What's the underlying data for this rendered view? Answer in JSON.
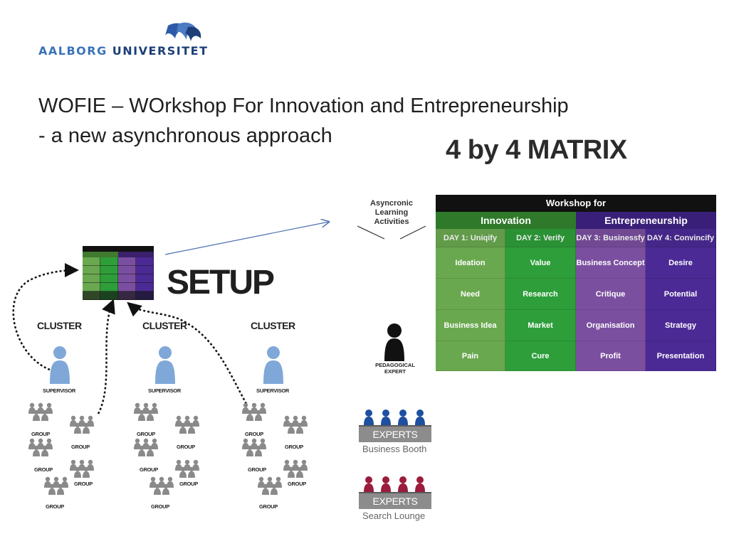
{
  "logo": {
    "part1": "AALBORG",
    "part2": "UNIVERSITET"
  },
  "title": {
    "line1": "WOFIE – WOrkshop For Innovation and Entrepreneurship",
    "line2": "- a new asynchronous approach"
  },
  "matrix_title": "4 by 4 MATRIX",
  "setup_label": "SETUP",
  "async_label": [
    "Asyncronic",
    "Learning",
    "Activities"
  ],
  "matrix": {
    "header": "Workshop for",
    "categories": [
      "Innovation",
      "Entrepreneurship"
    ],
    "days": [
      "DAY 1: Uniqify",
      "DAY 2: Verify",
      "DAY 3: Businessfy",
      "DAY 4: Convincify"
    ],
    "rows": [
      [
        "Ideation",
        "Value",
        "Business Concept",
        "Desire"
      ],
      [
        "Need",
        "Research",
        "Critique",
        "Potential"
      ],
      [
        "Business Idea",
        "Market",
        "Organisation",
        "Strategy"
      ],
      [
        "Pain",
        "Cure",
        "Profit",
        "Presentation"
      ]
    ],
    "colors": {
      "innovation_light": "#6aa84f",
      "innovation_dark": "#2e9e3a",
      "entre_light": "#7b4fa0",
      "entre_dark": "#4b2a95"
    }
  },
  "clusters": [
    {
      "label": "CLUSTER",
      "supervisor": "SUPERVISOR",
      "groups": [
        "GROUP",
        "GROUP",
        "GROUP",
        "GROUP",
        "GROUP"
      ]
    },
    {
      "label": "CLUSTER",
      "supervisor": "SUPERVISOR",
      "groups": [
        "GROUP",
        "GROUP",
        "GROUP",
        "GROUP",
        "GROUP"
      ]
    },
    {
      "label": "CLUSTER",
      "supervisor": "SUPERVISOR",
      "groups": [
        "GROUP",
        "GROUP",
        "GROUP",
        "GROUP",
        "GROUP"
      ]
    }
  ],
  "pedagogical": {
    "line1": "PEDAGOGICAL",
    "line2": "EXPERT"
  },
  "booths": [
    {
      "bar": "EXPERTS",
      "caption": "Business Booth",
      "person_color": "#1e4fa0"
    },
    {
      "bar": "EXPERTS",
      "caption": "Search Lounge",
      "person_color": "#9b1c3c"
    }
  ],
  "icon_colors": {
    "supervisor": "#7fa8d8",
    "group": "#8a8a8a",
    "pedagogical": "#111111",
    "arrow": "#4a6fb0"
  }
}
